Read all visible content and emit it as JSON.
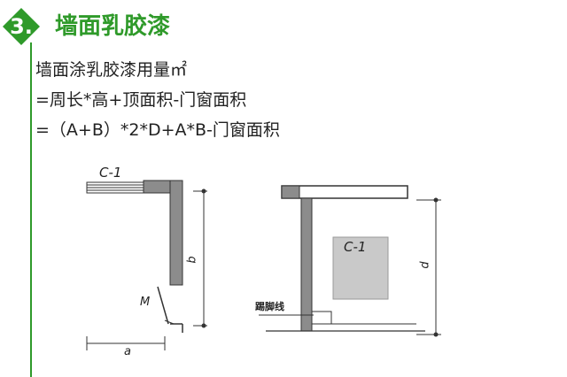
{
  "header": {
    "section_number": "3.",
    "title": "墙面乳胶漆"
  },
  "formula": {
    "line1": "墙面涂乳胶漆用量㎡",
    "line2": "=周长*高+顶面积-门窗面积",
    "line3": "=（A+B）*2*D+A*B-门窗面积"
  },
  "plan_view": {
    "window_label": "C-1",
    "door_label": "M",
    "width_label": "a",
    "depth_label": "b"
  },
  "section_view": {
    "window_label": "C-1",
    "height_label": "d",
    "baseboard_label": "踢脚线"
  },
  "colors": {
    "accent": "#2f9a2a",
    "wall": "#8c8c8c",
    "window_panel": "#c9c9c9"
  }
}
